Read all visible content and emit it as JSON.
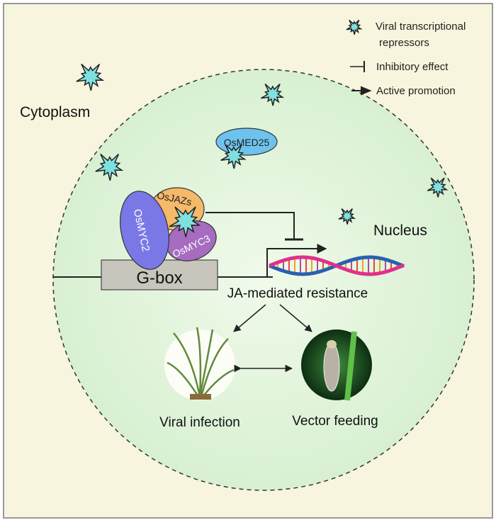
{
  "legend": {
    "repressor_line1": "Viral transcriptional",
    "repressor_line2": "repressors",
    "inhibitory": "Inhibitory effect",
    "promotion": "Active promotion"
  },
  "labels": {
    "cytoplasm": "Cytoplasm",
    "nucleus": "Nucleus",
    "osmed25": "OsMED25",
    "osjazs": "OsJAZs",
    "osmyc2": "OsMYC2",
    "osmyc3": "OsMYC3",
    "gbox": "G-box",
    "ja_resistance": "JA-mediated resistance",
    "viral_infection": "Viral infection",
    "vector_feeding": "Vector feeding"
  },
  "colors": {
    "background": "#f8f5de",
    "nucleus": "#e2f5dc",
    "osmed25": "#6ec3ee",
    "osjazs": "#f5b96a",
    "osmyc2": "#7a78e6",
    "osmyc3": "#a66cc0",
    "gbox": "#c8c5bd",
    "star": "#7fe0e0"
  },
  "icons": [
    "viral-repressor-star-icon",
    "inhibition-arrow-icon",
    "promotion-arrow-icon",
    "dna-helix-icon",
    "rice-plant-image",
    "planthopper-image"
  ]
}
